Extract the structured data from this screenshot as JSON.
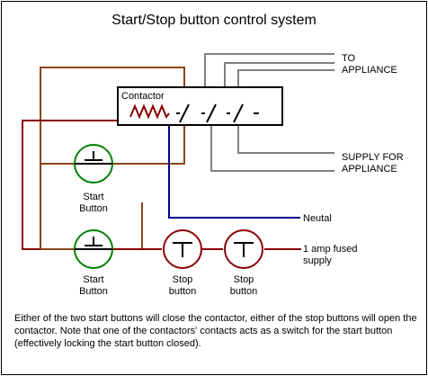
{
  "title": "Start/Stop button control system",
  "contactor": {
    "label": "Contactor"
  },
  "labels": {
    "to_appliance_1": "TO",
    "to_appliance_2": "APPLIANCE",
    "supply_1": "SUPPLY FOR",
    "supply_2": "APPLIANCE",
    "neutral": "Neutal",
    "fused_1": "1 amp fused",
    "fused_2": "supply"
  },
  "buttons": [
    {
      "type": "start",
      "line1": "Start",
      "line2": "Button"
    },
    {
      "type": "start",
      "line1": "Start",
      "line2": "Button"
    },
    {
      "type": "stop",
      "line1": "Stop",
      "line2": "button"
    },
    {
      "type": "stop",
      "line1": "Stop",
      "line2": "button"
    }
  ],
  "caption": "Either of the two start buttons will close the contactor, either of the stop buttons will open the contactor. Note that one of the contactors' contacts acts as a switch for the start button (effectively locking the start button closed).",
  "colors": {
    "brown_wire": "#8B4513",
    "maroon_wire": "#8B0000",
    "neutral_wire": "#00008B",
    "grey_wire": "#808080",
    "start_button": "#008000",
    "stop_button": "#8B0000"
  }
}
